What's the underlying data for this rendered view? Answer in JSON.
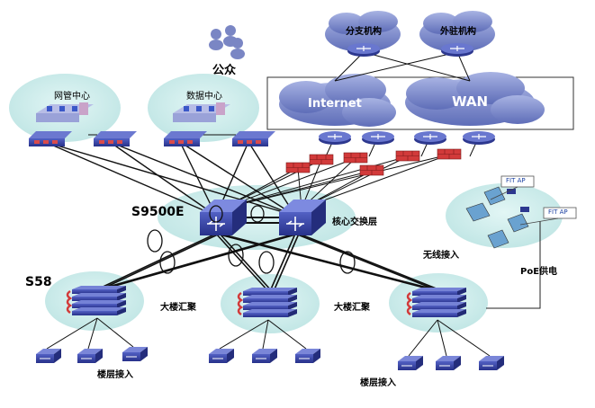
{
  "labels": {
    "public": "公众",
    "branch": "分支机构",
    "external": "外驻机构",
    "internet": "Internet",
    "wan": "WAN",
    "nms_center": "网管中心",
    "data_center": "数据中心",
    "core_switch_model": "S9500E",
    "core_layer": "核心交换层",
    "agg_switch_model": "S58",
    "building_agg_1": "大楼汇聚",
    "building_agg_2": "大楼汇聚",
    "floor_access_1": "楼层接入",
    "floor_access_2": "楼层接入",
    "wireless_access": "无线接入",
    "poe_power": "PoE供电",
    "fit_ap_1": "FIT AP",
    "fit_ap_2": "FIT AP"
  },
  "colors": {
    "cloud": "#7f8fcf",
    "cloud_dark": "#4f5fa8",
    "zone": "#c9ebea",
    "switch": "#3a47a8",
    "firewall": "#d23a3a",
    "line": "#111111"
  }
}
